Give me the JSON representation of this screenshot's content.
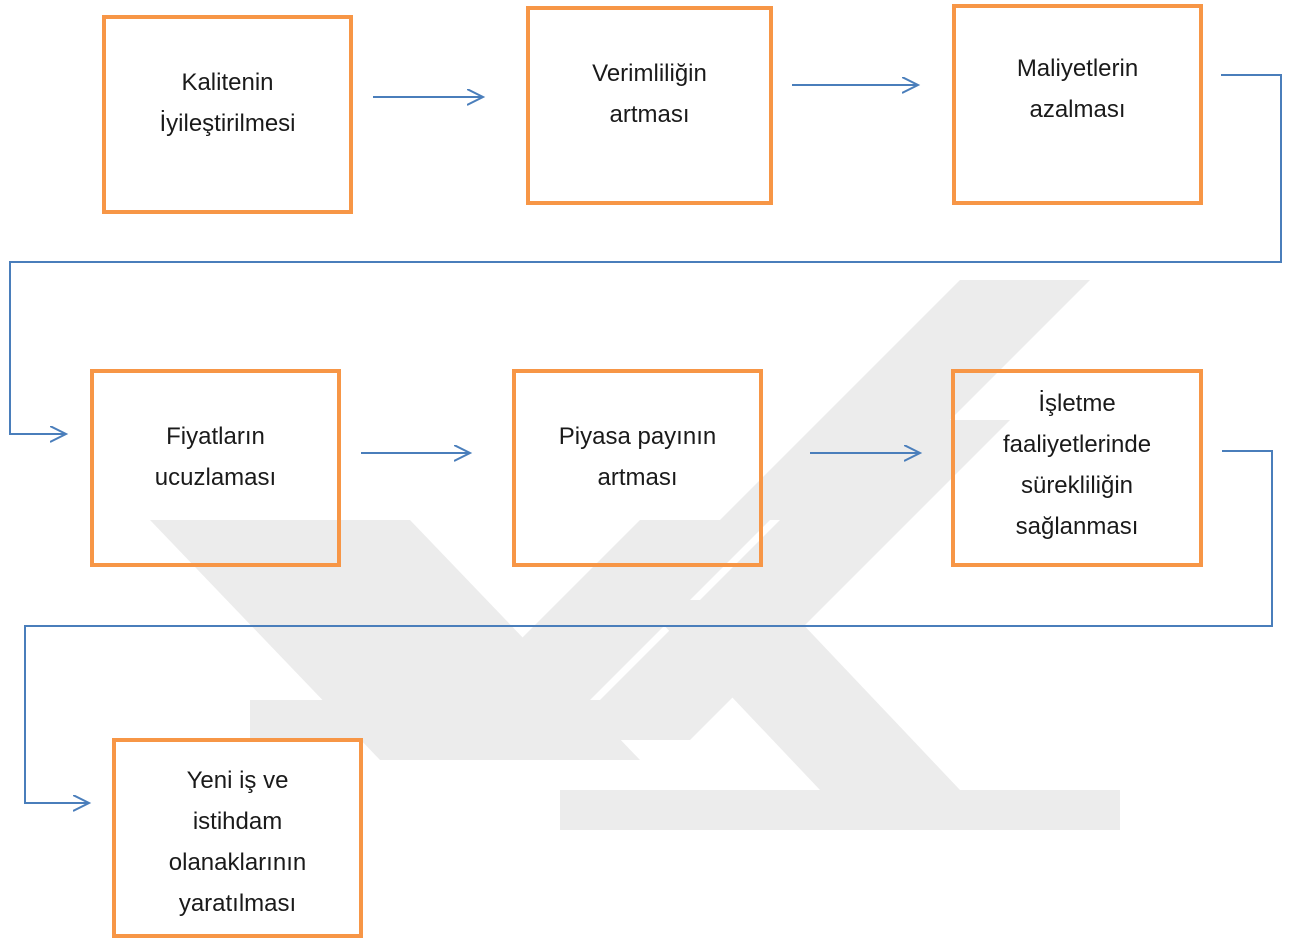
{
  "diagram": {
    "colors": {
      "box_border": "#f79646",
      "arrow": "#4a7ebb",
      "watermark": "#ececec"
    },
    "watermark_icon": "yok-logo-watermark",
    "steps": [
      {
        "lines": [
          "Kalitenin",
          "İyileştirilmesi"
        ]
      },
      {
        "lines": [
          "Verimliliğin",
          "artması"
        ]
      },
      {
        "lines": [
          "Maliyetlerin",
          "azalması"
        ]
      },
      {
        "lines": [
          "Fiyatların",
          "ucuzlaması"
        ]
      },
      {
        "lines": [
          "Piyasa payının",
          "artması"
        ]
      },
      {
        "lines": [
          "İşletme",
          "faaliyetlerinde",
          "sürekliliğin",
          "sağlanması"
        ]
      },
      {
        "lines": [
          "Yeni iş ve",
          "istihdam",
          "olanaklarının",
          "yaratılması"
        ]
      }
    ]
  }
}
